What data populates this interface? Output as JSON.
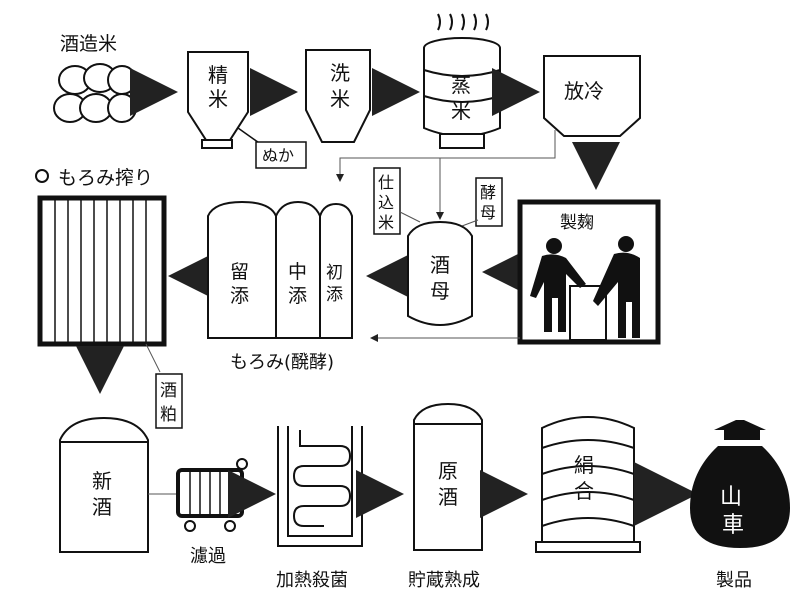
{
  "labels": {
    "sake_rice": "酒造米",
    "polish1": "精",
    "polish2": "米",
    "nuka": "ぬか",
    "wash1": "洗",
    "wash2": "米",
    "steam1": "蒸",
    "steam2": "米",
    "cool": "放冷",
    "press": "もろみ搾り",
    "shikomi1": "仕",
    "shikomi2": "込",
    "shikomi3": "米",
    "yeast1": "酵",
    "yeast2": "母",
    "koji": "製麹",
    "tome1": "留",
    "tome2": "添",
    "naka1": "中",
    "naka2": "添",
    "hatsu1": "初",
    "hatsu2": "添",
    "shubo1": "酒",
    "shubo2": "母",
    "moromi": "もろみ(醗酵)",
    "kasu1": "酒",
    "kasu2": "粕",
    "new1": "新",
    "new2": "酒",
    "filter": "濾過",
    "pasteur": "加熱殺菌",
    "gen1": "原",
    "gen2": "酒",
    "store": "貯蔵熟成",
    "blend1": "絹",
    "blend2": "合",
    "product": "製品",
    "bottle1": "山",
    "bottle2": "車"
  }
}
